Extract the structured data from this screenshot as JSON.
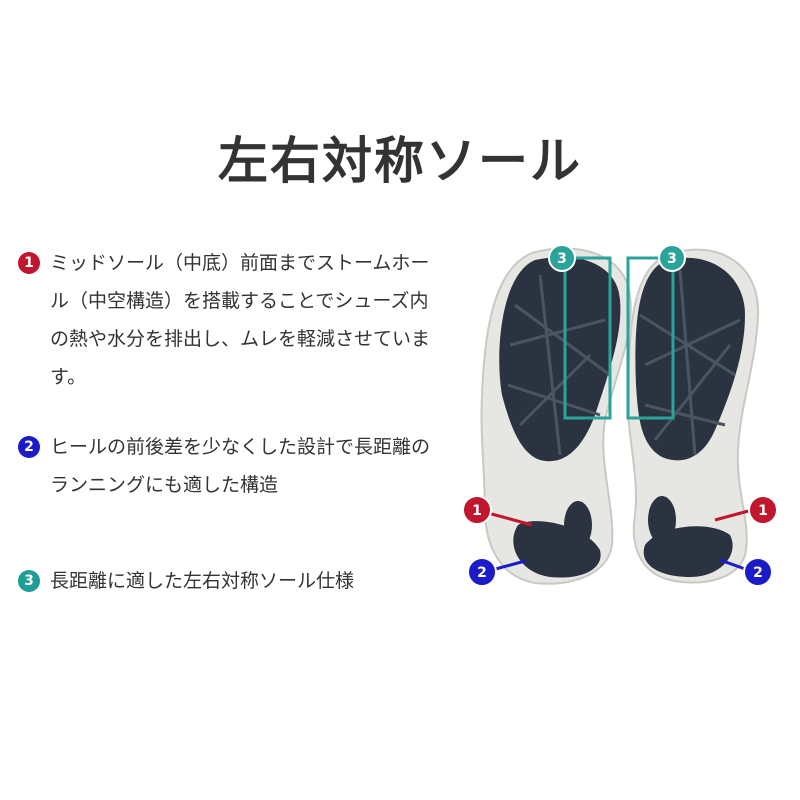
{
  "title": "左右対称ソール",
  "features": [
    {
      "num": "1",
      "color": "#c0172e",
      "text": "ミッドソール（中底）前面までストームホール（中空構造）を搭載することでシューズ内の熱や水分を排出し、ムレを軽減させています。"
    },
    {
      "num": "2",
      "color": "#1b1bc8",
      "text": "ヒールの前後差を少なくした設計で長距離のランニングにも適した構造"
    },
    {
      "num": "3",
      "color": "#1f9e96",
      "text": "長距離に適した左右対称ソール仕様"
    }
  ],
  "colors": {
    "sole_dark": "#2b3340",
    "midsole": "#e6e6e2",
    "highlight_box": "#2aa39a"
  }
}
